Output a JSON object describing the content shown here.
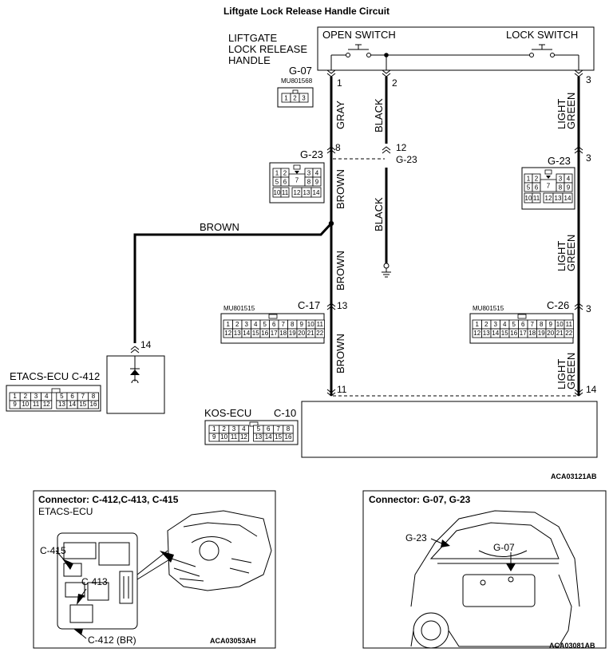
{
  "title": "Liftgate Lock Release Handle Circuit",
  "handle": {
    "label_lines": [
      "LIFTGATE",
      "LOCK RELEASE",
      "HANDLE"
    ],
    "open_switch": "OPEN SWITCH",
    "lock_switch": "LOCK SWITCH"
  },
  "connectors": {
    "g07": {
      "id": "G-07",
      "part": "MU801568",
      "pins": [
        "1",
        "2",
        "3"
      ]
    },
    "g23_left": {
      "id": "G-23",
      "pins": [
        "1",
        "2",
        "3",
        "4",
        "5",
        "6",
        "7",
        "8",
        "9",
        "10",
        "11",
        "12",
        "13",
        "14"
      ]
    },
    "g23_right": {
      "id": "G-23",
      "pins": [
        "1",
        "2",
        "3",
        "4",
        "5",
        "6",
        "7",
        "8",
        "9",
        "10",
        "11",
        "12",
        "13",
        "14"
      ]
    },
    "c17": {
      "id": "C-17",
      "part": "MU801515",
      "pins": [
        "1",
        "2",
        "3",
        "4",
        "5",
        "6",
        "7",
        "8",
        "9",
        "10",
        "11",
        "12",
        "13",
        "14",
        "15",
        "16",
        "17",
        "18",
        "19",
        "20",
        "21",
        "22"
      ]
    },
    "c26": {
      "id": "C-26",
      "part": "MU801515",
      "pins": [
        "1",
        "2",
        "3",
        "4",
        "5",
        "6",
        "7",
        "8",
        "9",
        "10",
        "11",
        "12",
        "13",
        "14",
        "15",
        "16",
        "17",
        "18",
        "19",
        "20",
        "21",
        "22"
      ]
    },
    "c412": {
      "id": "ETACS-ECU C-412",
      "pins": [
        "1",
        "2",
        "3",
        "4",
        "5",
        "6",
        "7",
        "8",
        "9",
        "10",
        "11",
        "12",
        "13",
        "14",
        "15",
        "16"
      ]
    },
    "c10": {
      "id": "C-10",
      "pins": [
        "1",
        "2",
        "3",
        "4",
        "5",
        "6",
        "7",
        "8",
        "9",
        "10",
        "11",
        "12",
        "13",
        "14",
        "15",
        "16"
      ]
    }
  },
  "kos_ecu": "KOS-ECU",
  "wires": {
    "gray": "GRAY",
    "black": "BLACK",
    "brown": "BROWN",
    "light_green_lines": [
      "LIGHT",
      "GREEN"
    ]
  },
  "pin_labels": {
    "p1": "1",
    "p2": "2",
    "p3": "3",
    "p8": "8",
    "p12": "12",
    "p12_conn": "G-23",
    "g23r_3": "3",
    "c17_13": "13",
    "c26_3": "3",
    "c10_11": "11",
    "c10_14": "14",
    "etacs_14": "14"
  },
  "codes": {
    "main": "ACA03121AB",
    "left_panel": "ACA03053AH",
    "right_panel": "ACA03081AB"
  },
  "left_panel": {
    "title": "Connector: C-412,C-413, C-415",
    "subtitle": "ETACS-ECU",
    "callouts": [
      "C-415",
      "C-413",
      "C-412 (BR)"
    ]
  },
  "right_panel": {
    "title": "Connector: G-07, G-23",
    "callouts": [
      "G-23",
      "G-07"
    ]
  }
}
